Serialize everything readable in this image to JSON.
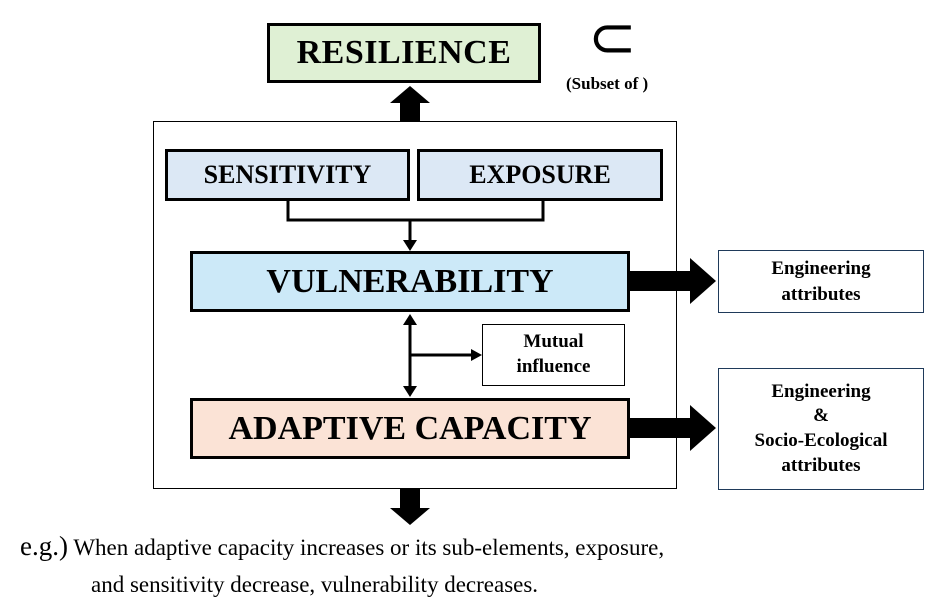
{
  "nodes": {
    "resilience": "RESILIENCE",
    "subset_symbol": "⊂",
    "subset_label": "(Subset of )",
    "sensitivity": "SENSITIVITY",
    "exposure": "EXPOSURE",
    "vulnerability": "VULNERABILITY",
    "adaptive_capacity": "ADAPTIVE CAPACITY",
    "mutual_influence": [
      "Mutual",
      "influence"
    ],
    "engineering_attributes": [
      "Engineering",
      "attributes"
    ],
    "engineering_socio_ecological": [
      "Engineering",
      "&",
      "Socio-Ecological",
      "attributes"
    ]
  },
  "caption": {
    "prefix": "e.g.)",
    "line1": " When adaptive capacity increases or its sub-elements, exposure,",
    "line2": "and sensitivity decrease, vulnerability decreases."
  }
}
